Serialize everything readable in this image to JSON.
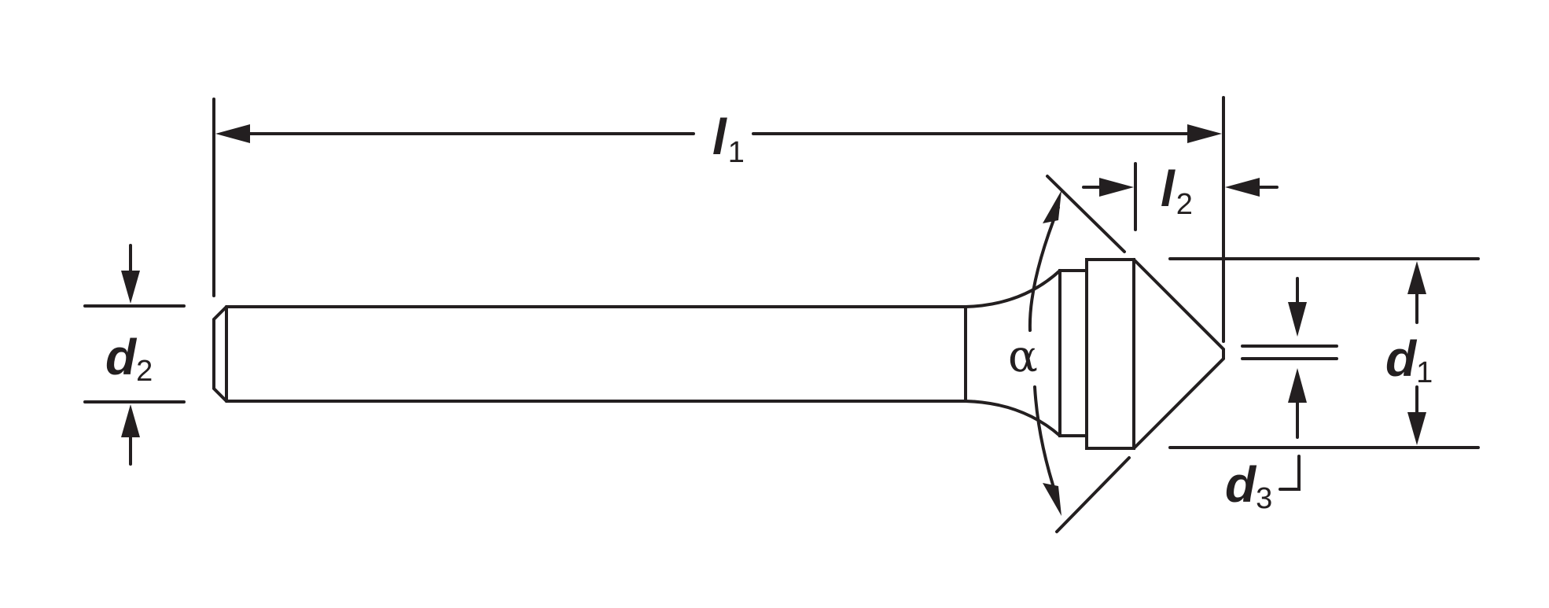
{
  "labels": {
    "l1": {
      "main": "l",
      "sub": "1"
    },
    "l2": {
      "main": "l",
      "sub": "2"
    },
    "d1": {
      "main": "d",
      "sub": "1"
    },
    "d2": {
      "main": "d",
      "sub": "2"
    },
    "d3": {
      "main": "d",
      "sub": "3"
    },
    "alpha": "α"
  }
}
